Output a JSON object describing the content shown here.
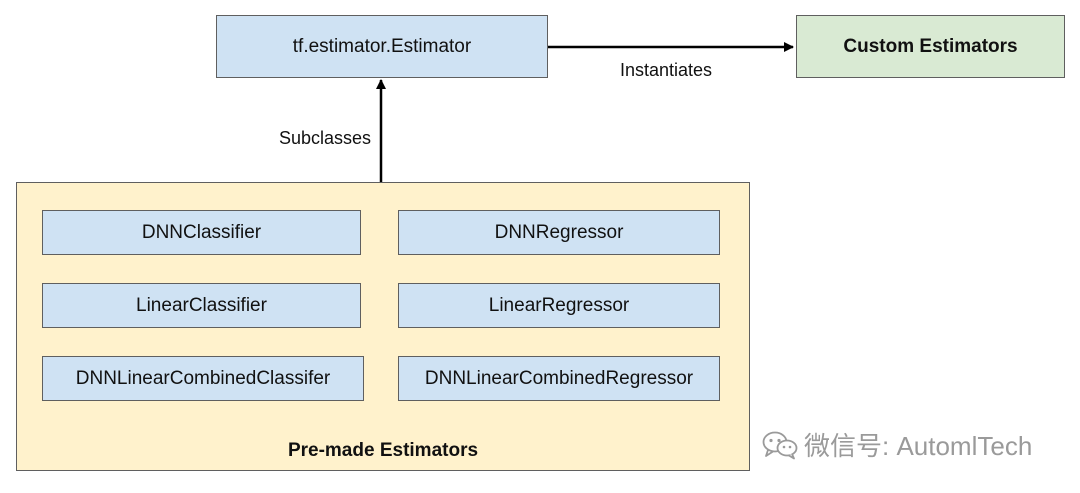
{
  "nodes": {
    "estimator": "tf.estimator.Estimator",
    "custom": "Custom Estimators"
  },
  "edges": {
    "instantiates": "Instantiates",
    "subclasses": "Subclasses"
  },
  "premade": {
    "title": "Pre-made Estimators",
    "items": [
      "DNNClassifier",
      "DNNRegressor",
      "LinearClassifier",
      "LinearRegressor",
      "DNNLinearCombinedClassifer",
      "DNNLinearCombinedRegressor"
    ]
  },
  "watermark": {
    "text": "微信号: AutomlTech",
    "icon": "wechat-icon"
  }
}
